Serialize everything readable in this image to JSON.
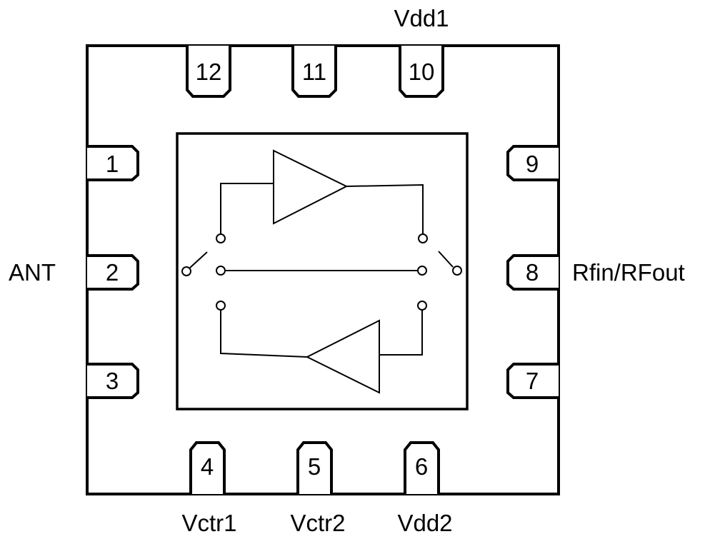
{
  "package": {
    "pins": {
      "p1": "1",
      "p2": "2",
      "p3": "3",
      "p4": "4",
      "p5": "5",
      "p6": "6",
      "p7": "7",
      "p8": "8",
      "p9": "9",
      "p10": "10",
      "p11": "11",
      "p12": "12"
    }
  },
  "labels": {
    "vdd1": "Vdd1",
    "ant": "ANT",
    "rf": "Rfin/RFout",
    "vctr1": "Vctr1",
    "vctr2": "Vctr2",
    "vdd2": "Vdd2"
  }
}
